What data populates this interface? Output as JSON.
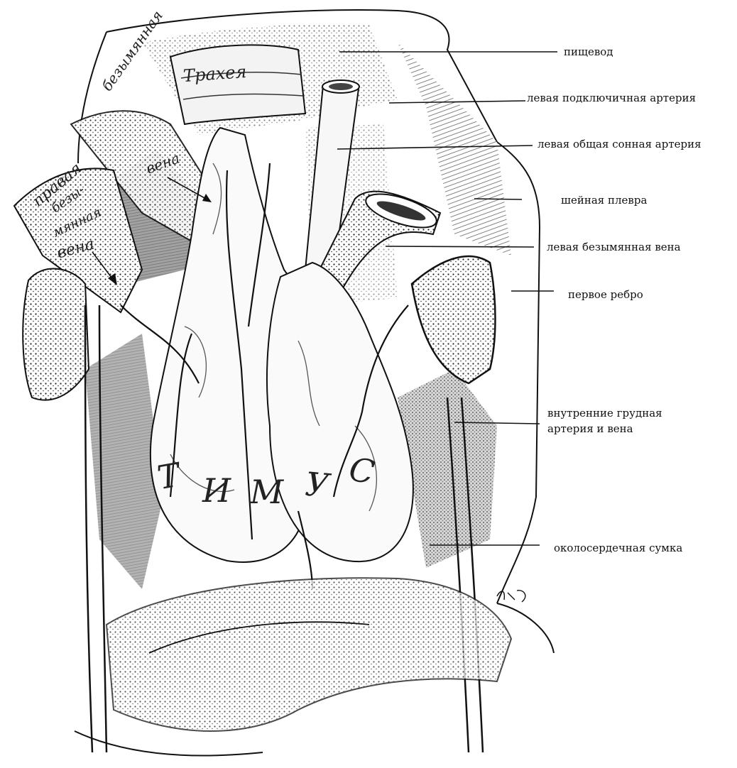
{
  "labels": {
    "esophagus": "пищевод",
    "left_subclavian_artery": "левая подключичная артерия",
    "left_common_carotid_artery": "левая общая сонная артерия",
    "cervical_pleura": "шейная плевра",
    "left_brachiocephalic_vein": "левая безымянная вена",
    "first_rib": "первое ребро",
    "internal_thoracic_line1": "внутренние грудная",
    "internal_thoracic_line2": "артерия и вена",
    "pericardium": "околосердечная сумка"
  },
  "handwritten": {
    "trachea": "Трахея",
    "brachiocephalic": "безымянная",
    "vein": "вена",
    "right": "правая",
    "right_bez": "безы-",
    "right_myannaya": "мянная",
    "right_vena": "вена",
    "thymus_t": "Т",
    "thymus_i": "И",
    "thymus_m": "М",
    "thymus_u": "У",
    "thymus_s": "С"
  },
  "colors": {
    "ink": "#111111",
    "shade": "#3a3a3a",
    "paper": "#ffffff"
  }
}
